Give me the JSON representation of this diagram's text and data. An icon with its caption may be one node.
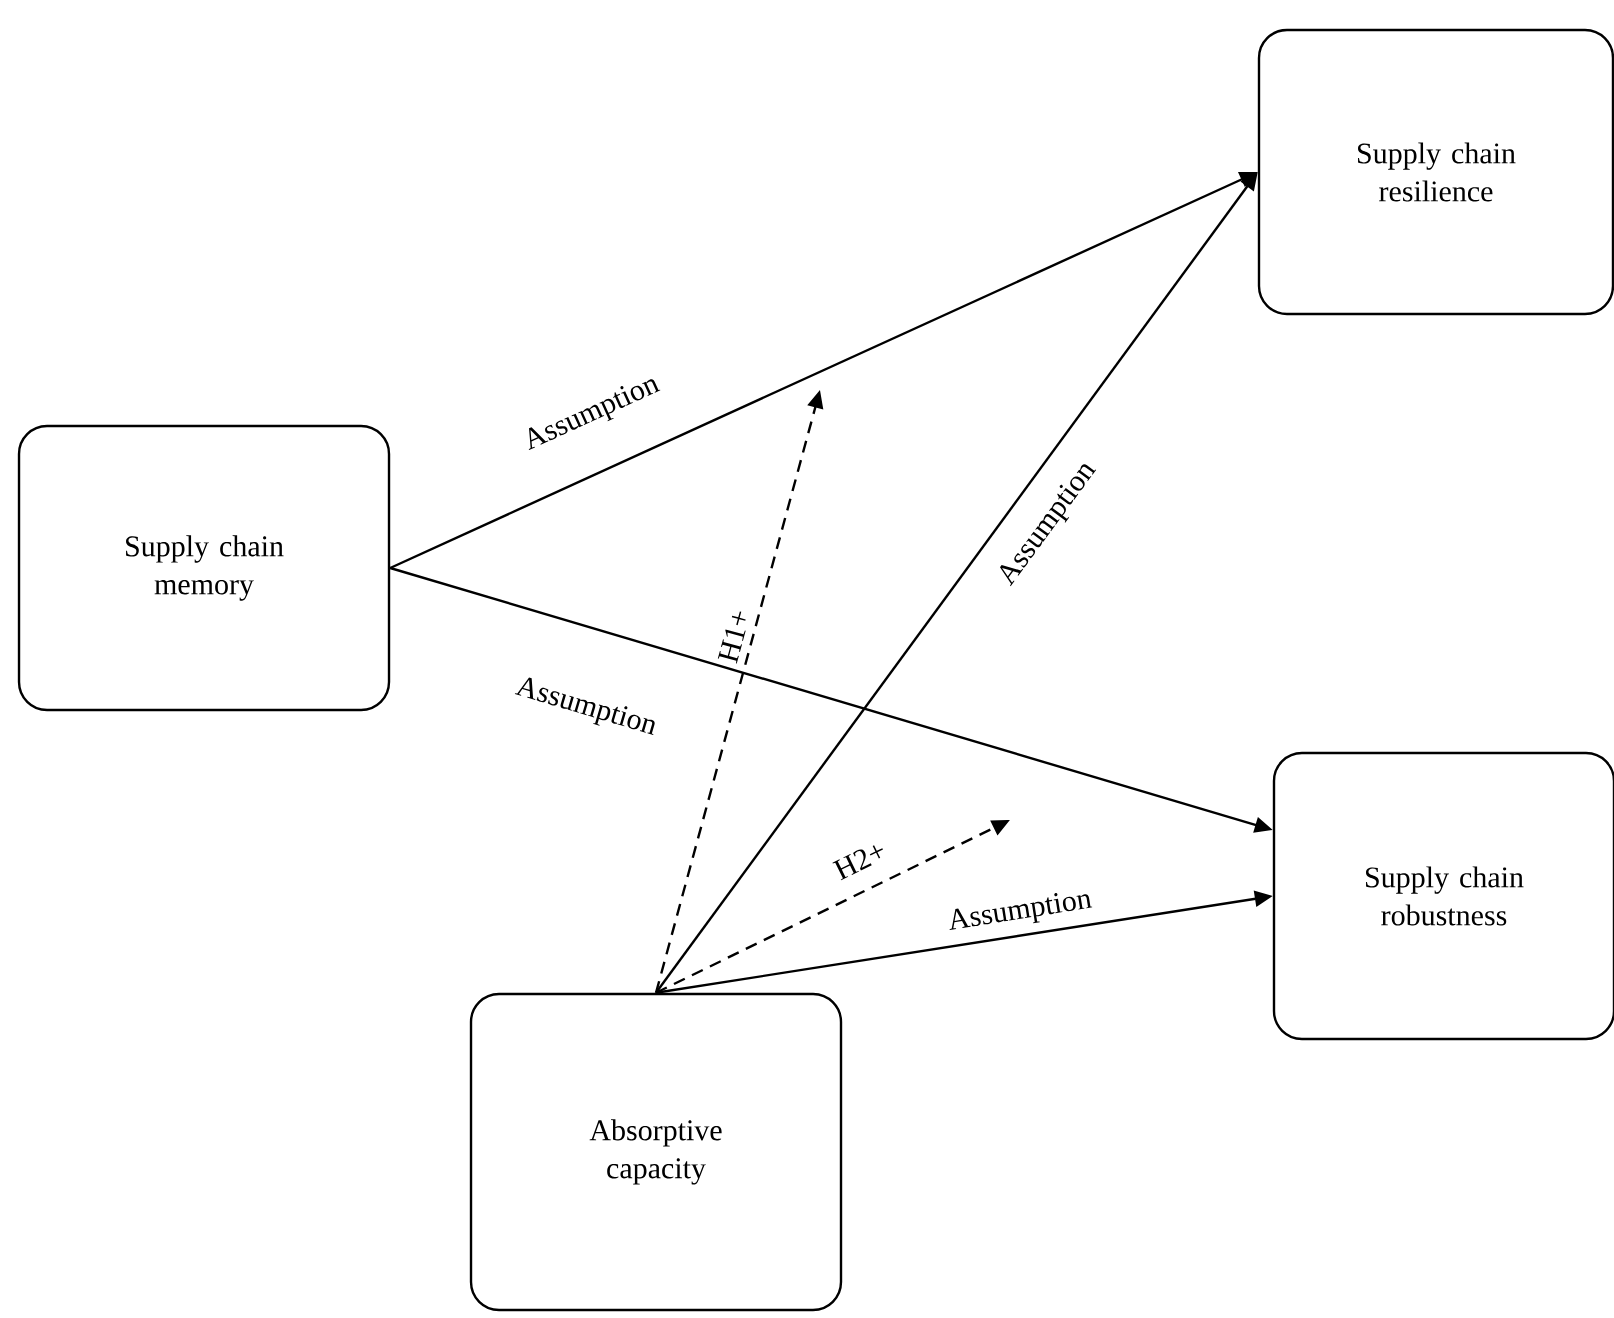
{
  "diagram": {
    "nodes": [
      {
        "text": [
          "Supply chain memory"
        ]
      },
      {
        "text": [
          "Supply chain resilience"
        ]
      },
      {
        "text": [
          "Supply chain robustness"
        ]
      },
      {
        "text": [
          "Absorptive capacity"
        ]
      }
    ],
    "edges": [
      {
        "from": 0,
        "to": 1,
        "arrow": "to",
        "label": "Assumption"
      },
      {
        "from": 0,
        "to": 2,
        "arrow": "to",
        "label": "Assumption"
      },
      {
        "from": 3,
        "to": 1,
        "arrow": "to",
        "label": "Assumption"
      },
      {
        "from": 3,
        "to": 2,
        "arrow": "to",
        "label": "Assumption"
      },
      {
        "from": 3,
        "to": null,
        "arrow": "to",
        "label": "H1+",
        "style": "dashed"
      },
      {
        "from": 3,
        "to": null,
        "arrow": "to",
        "label": "H2+",
        "style": "dashed"
      }
    ]
  }
}
